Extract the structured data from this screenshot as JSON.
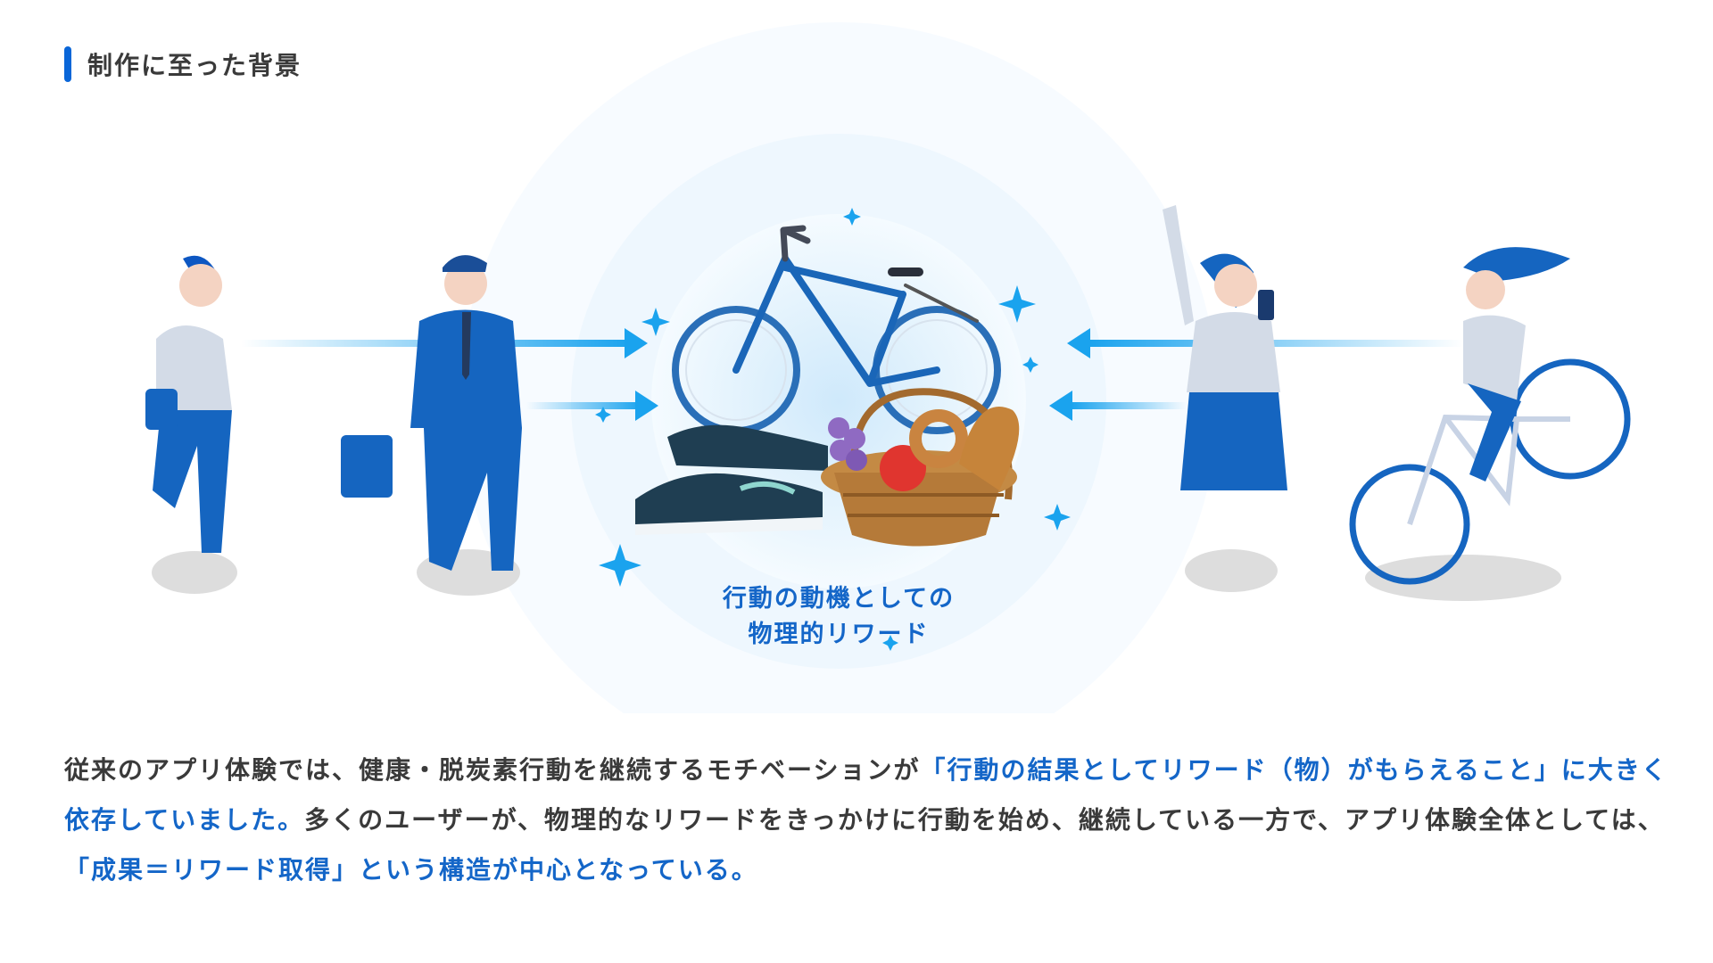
{
  "header": {
    "title": "制作に至った背景"
  },
  "center": {
    "label_line1": "行動の動機としての",
    "label_line2": "物理的リワード"
  },
  "description": {
    "segments": [
      {
        "text": "従来のアプリ体験では、健康・脱炭素行動を継続するモチベーションが",
        "highlight": false
      },
      {
        "text": "「行動の結果としてリワード（物）がもらえること」",
        "highlight": true
      },
      {
        "text": "に大きく依存していました。",
        "highlight": true
      },
      {
        "text": "多くのユーザーが、物理的なリワードをきっかけに行動を始め、継続している一方で、アプリ体験全体としては、",
        "highlight": false
      },
      {
        "text": "「成果＝リワード取得」",
        "highlight": true
      },
      {
        "text": "という構造が中心となっている。",
        "highlight": true
      }
    ]
  },
  "colors": {
    "accent": "#0a66d8",
    "highlight_text": "#1466c8",
    "body_text": "#3a3a3a",
    "figure_blue": "#1565c0",
    "arrow": "#1aa3ee"
  },
  "icons": [
    "woman-walking-icon",
    "businessman-icon",
    "bicycle-icon",
    "sneakers-icon",
    "food-basket-icon",
    "woman-cheering-icon",
    "woman-cycling-icon",
    "sparkle-icon",
    "arrow-right-icon",
    "arrow-left-icon"
  ]
}
